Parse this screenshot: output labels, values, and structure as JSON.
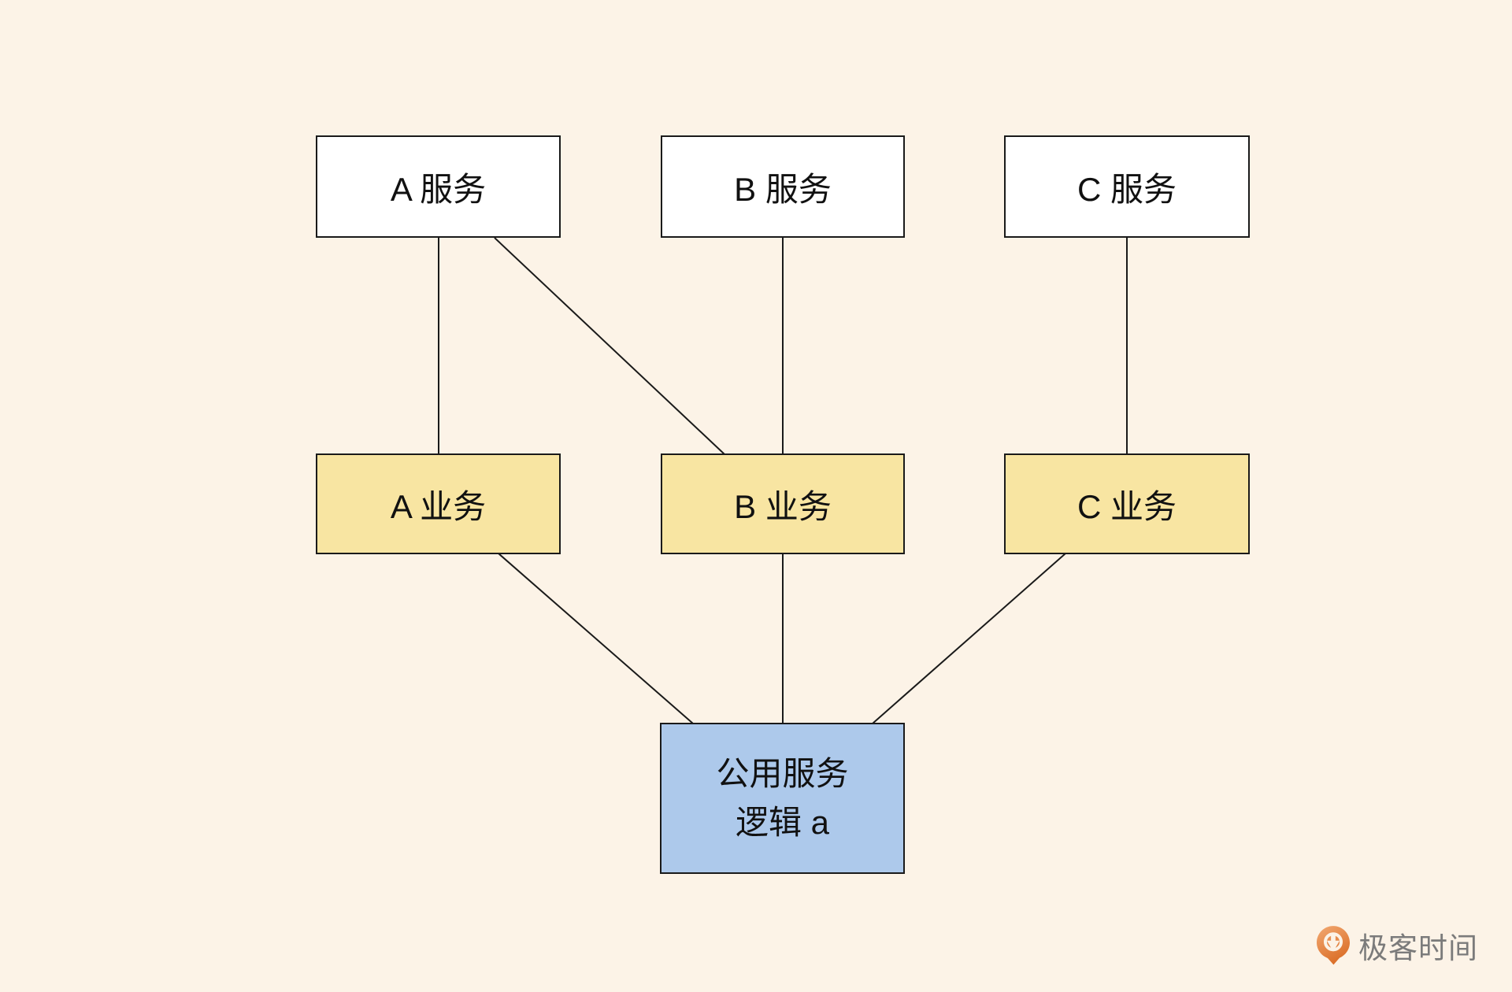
{
  "page": {
    "background": "#FCF3E7"
  },
  "diagram": {
    "services": [
      {
        "label": "A 服务"
      },
      {
        "label": "B 服务"
      },
      {
        "label": "C 服务"
      }
    ],
    "businesses": [
      {
        "label": "A 业务"
      },
      {
        "label": "B 业务"
      },
      {
        "label": "C 业务"
      }
    ],
    "shared_service": {
      "line1": "公用服务",
      "line2": "逻辑 a"
    },
    "edges": [
      {
        "from": "A 服务",
        "to": "A 业务"
      },
      {
        "from": "A 服务",
        "to": "B 业务"
      },
      {
        "from": "B 服务",
        "to": "B 业务"
      },
      {
        "from": "C 服务",
        "to": "C 业务"
      },
      {
        "from": "A 业务",
        "to": "公用服务 逻辑 a"
      },
      {
        "from": "B 业务",
        "to": "公用服务 逻辑 a"
      },
      {
        "from": "C 业务",
        "to": "公用服务 逻辑 a"
      }
    ],
    "colors": {
      "service_fill": "#FFFFFF",
      "business_fill": "#F8E5A2",
      "shared_fill": "#ADC9EB",
      "border": "#1A1A1A",
      "background": "#FCF3E7"
    }
  },
  "footer": {
    "brand": "极客时间",
    "logo_colors": {
      "orange_light": "#F0A46C",
      "orange_dark": "#D96A22",
      "text": "#7B7B7B"
    }
  }
}
